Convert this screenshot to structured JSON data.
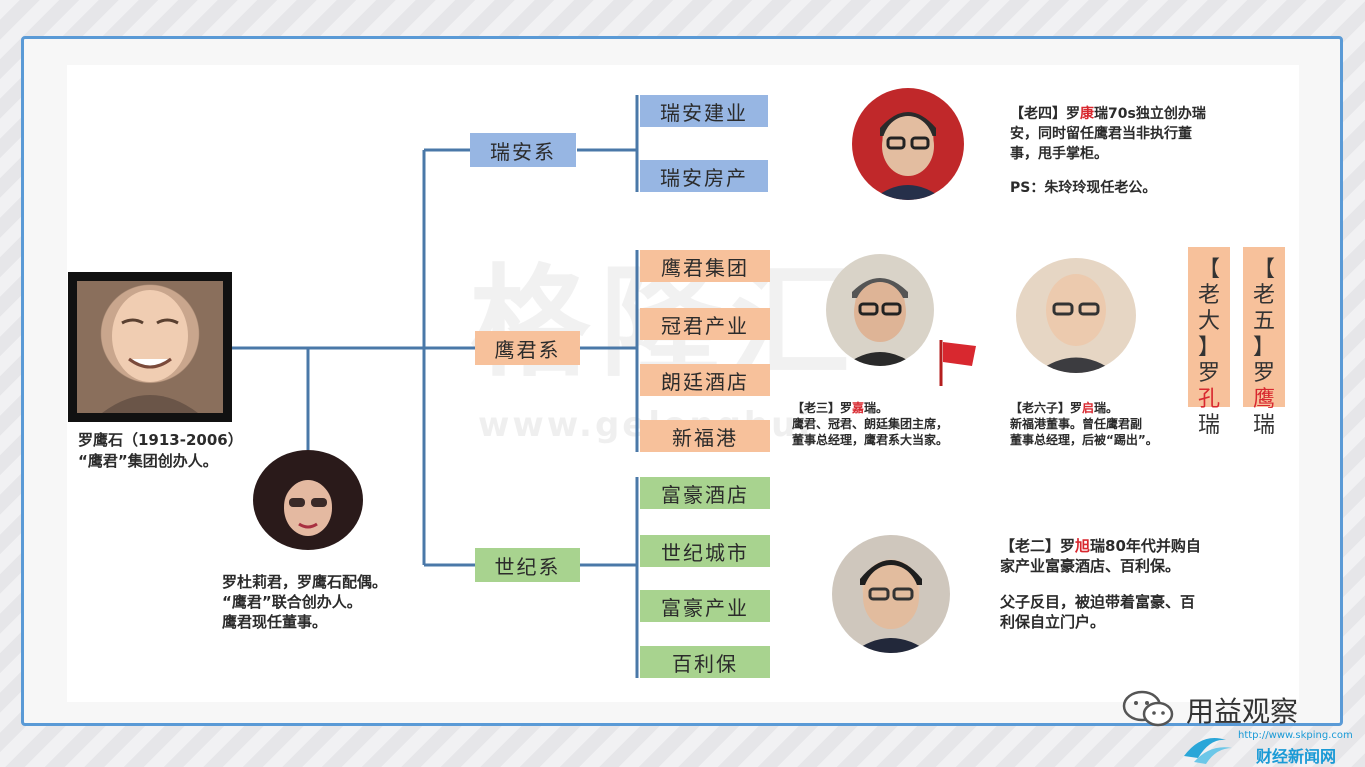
{
  "groups": {
    "ruian": {
      "label": "瑞安系",
      "items": [
        "瑞安建业",
        "瑞安房产"
      ]
    },
    "yingjun": {
      "label": "鹰君系",
      "items": [
        "鹰君集团",
        "冠君产业",
        "朗廷酒店",
        "新福港"
      ]
    },
    "shiji": {
      "label": "世纪系",
      "items": [
        "富豪酒店",
        "世纪城市",
        "富豪产业",
        "百利保"
      ]
    }
  },
  "founder": {
    "name_line1": "罗鹰石（1913-2006）",
    "name_line2": "“鹰君”集团创办人。"
  },
  "spouse": {
    "line1": "罗杜莉君，罗鹰石配偶。",
    "line2": "“鹰君”联合创办人。",
    "line3": "鹰君现任董事。"
  },
  "son4": {
    "prefix": "【老四】罗",
    "mid": "康",
    "suffix": "瑞70s独立创办瑞",
    "line2": "安，同时留任鹰君当非执行董",
    "line3": "事，甩手掌柜。",
    "ps": "PS：朱玲玲现任老公。"
  },
  "son3": {
    "prefix": "【老三】罗",
    "mid": "嘉",
    "suffix": "瑞。",
    "line2": "鹰君、冠君、朗廷集团主席，",
    "line3": "董事总经理，鹰君系大当家。"
  },
  "son6": {
    "prefix": "【老六子】罗",
    "mid": "启",
    "suffix": "瑞。",
    "line2": "新福港董事。曾任鹰君副",
    "line3": "董事总经理，后被“踢出”。"
  },
  "son2": {
    "prefix": "【老二】罗",
    "mid": "旭",
    "suffix": "瑞80年代并购自",
    "line2": "家产业富豪酒店、百利保。",
    "line3": "父子反目，被迫带着富豪、百",
    "line4": "利保自立门户。"
  },
  "eldest": {
    "b1": "【",
    "c1": "老",
    "c2": "大",
    "b2": "】",
    "n1": "罗",
    "n2": "孔",
    "n3": "瑞"
  },
  "fifth": {
    "b1": "【",
    "c1": "老",
    "c2": "五",
    "b2": "】",
    "n1": "罗",
    "n2": "鹰",
    "n3": "瑞"
  },
  "watermark": {
    "text": "格隆汇",
    "url": "www.gelonghui"
  },
  "brand": {
    "name": "用益观察"
  },
  "site": {
    "name": "财经新闻网",
    "url": "http://www.skping.com"
  },
  "colors": {
    "accent_red": "#d8282f",
    "line": "#4a78a8",
    "blue_box": "#97b6e3",
    "orange_box": "#f7c19b",
    "green_box": "#a8d38f"
  }
}
